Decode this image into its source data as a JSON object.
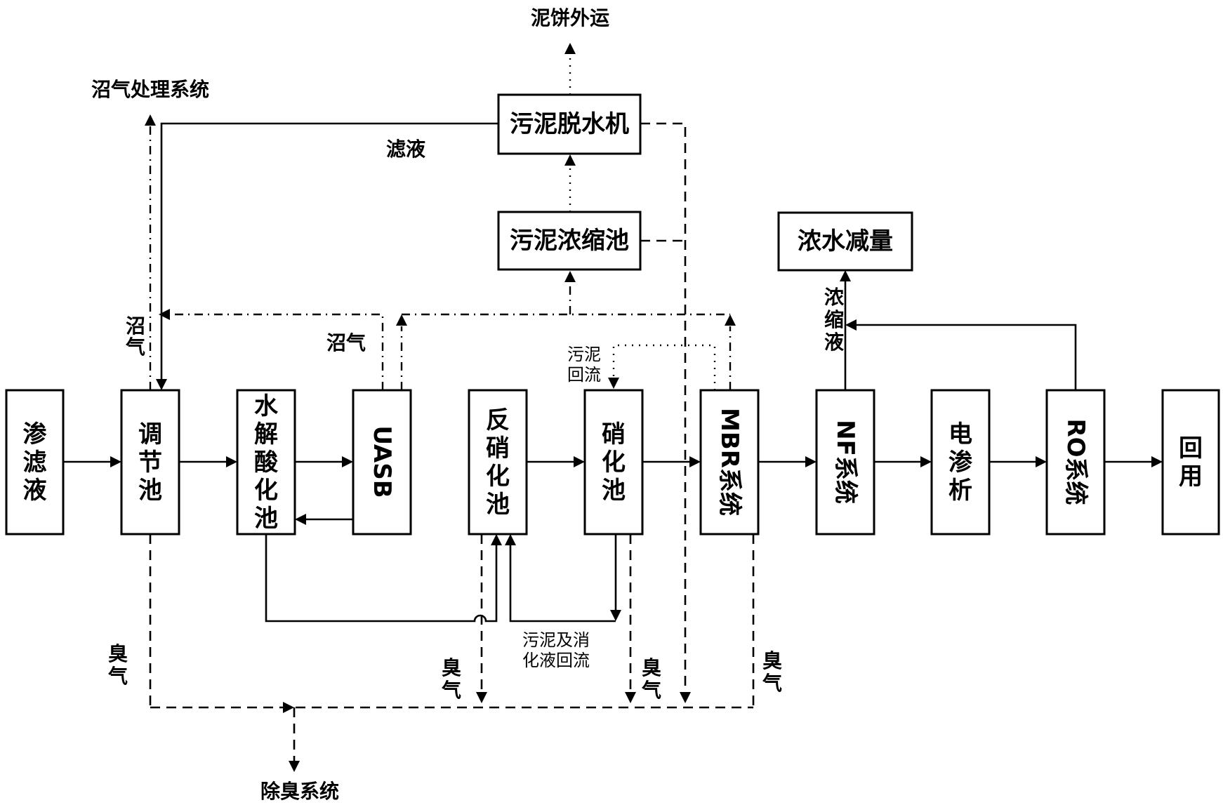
{
  "boxes": {
    "seepage": "渗滤液",
    "equalization": "调节池",
    "hydrolysis": "水解酸化池",
    "uasb": "UASB",
    "denitrification": "反硝化池",
    "nitrification": "硝化池",
    "mbr": "MBR系统",
    "nf": "NF系统",
    "electrodialysis": "电渗析",
    "ro": "RO系统",
    "reuse": "回用",
    "dewatering": "污泥脱水机",
    "thickening": "污泥浓缩池",
    "concentrate_reduction": "浓水减量"
  },
  "labels": {
    "cake_out": "泥饼外运",
    "biogas_system": "沼气处理系统",
    "filtrate": "滤液",
    "biogas_left": "沼气",
    "biogas_uasb": "沼气",
    "sludge_return": [
      "污泥",
      "回流"
    ],
    "sludge_nitrate_return": [
      "污泥及消",
      "化液回流"
    ],
    "concentrate": "浓缩液",
    "odor_1": "臭气",
    "odor_2": "臭气",
    "odor_3": "臭气",
    "odor_4": "臭气",
    "deodor_system": "除臭系统"
  }
}
